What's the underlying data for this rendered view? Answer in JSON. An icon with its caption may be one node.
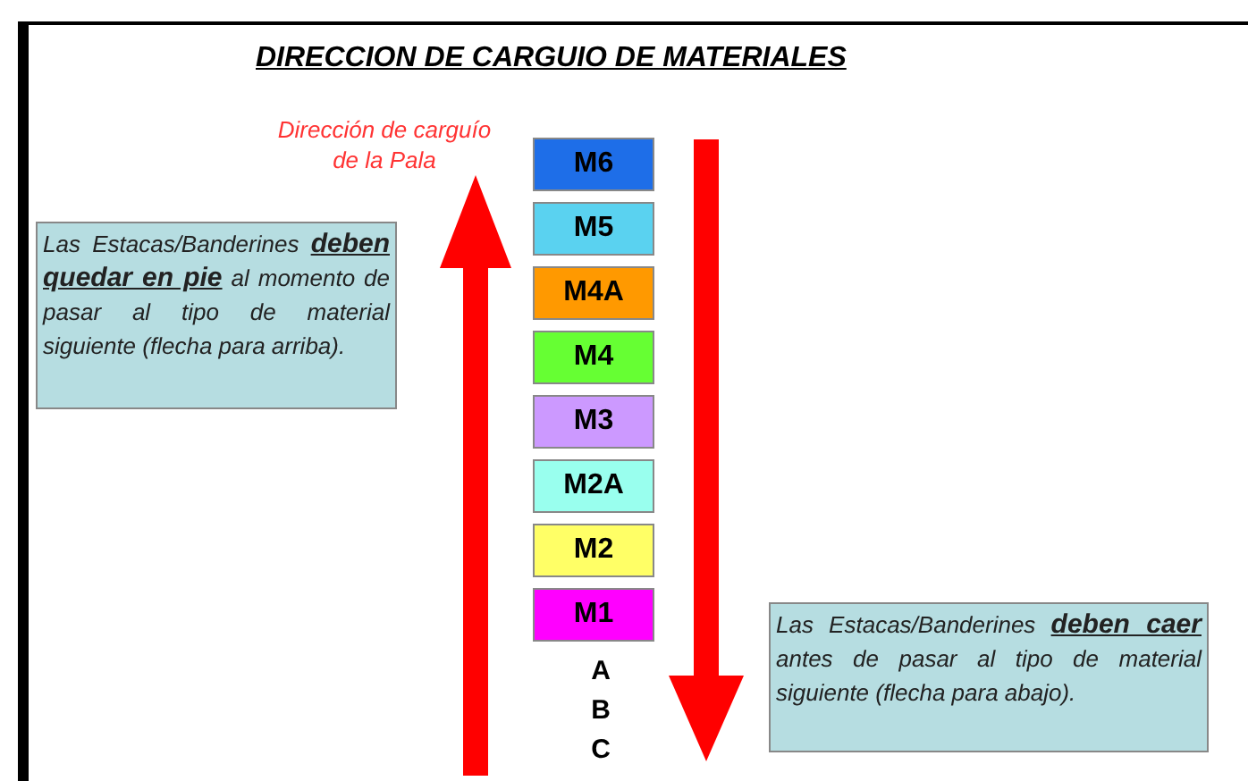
{
  "diagram": {
    "title": "DIRECCION DE CARGUIO DE MATERIALES",
    "nodes": [
      {
        "text": [
          "M6"
        ]
      },
      {
        "text": [
          "M5"
        ]
      },
      {
        "text": [
          "M4A"
        ]
      },
      {
        "text": [
          "M4"
        ]
      },
      {
        "text": [
          "M3"
        ]
      },
      {
        "text": [
          "M2A"
        ]
      },
      {
        "text": [
          "M2"
        ]
      },
      {
        "text": [
          "M1"
        ]
      },
      {
        "text": [
          "Las Estacas/Banderines **deben quedar en pie** al momento de pasar al tipo de material siguiente (flecha para arriba)."
        ]
      },
      {
        "text": [
          "Las Estacas/Banderines **deben caer** antes de pasar al tipo de material siguiente (flecha para abajo)."
        ]
      }
    ],
    "labels": [
      "Dirección de carguío de la Pala",
      "A",
      "B",
      "C"
    ]
  }
}
